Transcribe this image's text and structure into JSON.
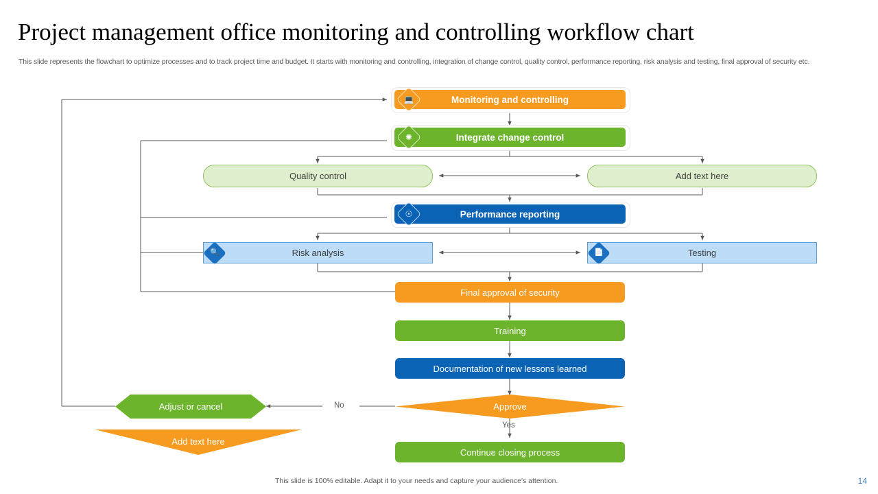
{
  "slide": {
    "title": "Project management office monitoring and controlling workflow chart",
    "subtitle": "This slide represents the flowchart to optimize processes and to track project time and budget. It starts with monitoring and controlling, integration of change control, quality control, performance reporting, risk analysis and testing, final approval of security etc.",
    "footer_note": "This slide is 100% editable. Adapt it to your needs and capture your audience's attention.",
    "page_number": "14"
  },
  "colors": {
    "orange": "#f79b20",
    "green": "#6cb42c",
    "blue": "#0a63b4",
    "light_green_fill": "#dfefcd",
    "light_green_border": "#8ec163",
    "light_blue_fill": "#bcdcf7",
    "light_blue_border": "#5a9bd5",
    "wire": "#595959",
    "title_text": "#000000",
    "body_text": "#595959",
    "page_number": "#3c7fc4"
  },
  "chart_data": {
    "type": "diagram",
    "title": "Project management office monitoring and controlling workflow chart",
    "nodes": [
      {
        "id": "monitoring",
        "label": "Monitoring and controlling",
        "shape": "rounded-bar",
        "style": "hero",
        "color": "#f79b20",
        "icon": "monitor-icon"
      },
      {
        "id": "integrate",
        "label": "Integrate change control",
        "shape": "rounded-bar",
        "style": "hero",
        "color": "#6cb42c",
        "icon": "gear-icon"
      },
      {
        "id": "quality",
        "label": "Quality control",
        "shape": "pill",
        "style": "soft",
        "color": "#dfefcd",
        "icon": null
      },
      {
        "id": "addtext1",
        "label": "Add text here",
        "shape": "pill",
        "style": "soft",
        "color": "#dfefcd",
        "icon": null
      },
      {
        "id": "performance",
        "label": "Performance reporting",
        "shape": "rounded-bar",
        "style": "hero",
        "color": "#0a63b4",
        "icon": "gauge-icon"
      },
      {
        "id": "risk",
        "label": "Risk analysis",
        "shape": "square",
        "style": "soft",
        "color": "#bcdcf7",
        "icon": "magnifier-icon"
      },
      {
        "id": "testing",
        "label": "Testing",
        "shape": "square",
        "style": "soft",
        "color": "#bcdcf7",
        "icon": "document-icon"
      },
      {
        "id": "finalapproval",
        "label": "Final approval of security",
        "shape": "rounded-bar",
        "style": "plain",
        "color": "#f79b20",
        "icon": null
      },
      {
        "id": "training",
        "label": "Training",
        "shape": "rounded-bar",
        "style": "plain",
        "color": "#6cb42c",
        "icon": null
      },
      {
        "id": "documentation",
        "label": "Documentation of new lessons learned",
        "shape": "rounded-bar",
        "style": "plain",
        "color": "#0a63b4",
        "icon": null
      },
      {
        "id": "approve",
        "label": "Approve",
        "shape": "diamond",
        "style": "plain",
        "color": "#f79b20",
        "icon": null
      },
      {
        "id": "adjust",
        "label": "Adjust or cancel",
        "shape": "hexagon",
        "style": "plain",
        "color": "#6cb42c",
        "icon": null
      },
      {
        "id": "addtext2",
        "label": "Add text here",
        "shape": "triangle",
        "style": "plain",
        "color": "#f79b20",
        "icon": null
      },
      {
        "id": "continue",
        "label": "Continue closing process",
        "shape": "rounded-bar",
        "style": "plain",
        "color": "#6cb42c",
        "icon": null
      }
    ],
    "edges": [
      {
        "from": "monitoring",
        "to": "integrate",
        "label": ""
      },
      {
        "from": "integrate",
        "to": "quality",
        "label": ""
      },
      {
        "from": "integrate",
        "to": "addtext1",
        "label": ""
      },
      {
        "from": "quality",
        "to": "addtext1",
        "label": "",
        "bidirectional": true
      },
      {
        "from": "quality",
        "to": "performance",
        "label": ""
      },
      {
        "from": "addtext1",
        "to": "performance",
        "label": ""
      },
      {
        "from": "performance",
        "to": "risk",
        "label": ""
      },
      {
        "from": "performance",
        "to": "testing",
        "label": ""
      },
      {
        "from": "risk",
        "to": "testing",
        "label": "",
        "bidirectional": true
      },
      {
        "from": "risk",
        "to": "finalapproval",
        "label": ""
      },
      {
        "from": "testing",
        "to": "finalapproval",
        "label": ""
      },
      {
        "from": "finalapproval",
        "to": "training",
        "label": ""
      },
      {
        "from": "training",
        "to": "documentation",
        "label": ""
      },
      {
        "from": "documentation",
        "to": "approve",
        "label": ""
      },
      {
        "from": "approve",
        "to": "adjust",
        "label": "No"
      },
      {
        "from": "approve",
        "to": "continue",
        "label": "Yes"
      },
      {
        "from": "adjust",
        "to": "monitoring",
        "label": ""
      }
    ],
    "edge_labels": {
      "no": "No",
      "yes": "Yes"
    }
  }
}
